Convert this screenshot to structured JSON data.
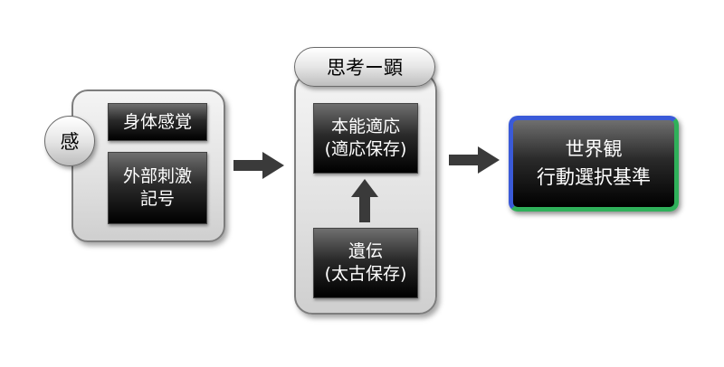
{
  "senses": {
    "label": "感",
    "items": [
      "身体感覚",
      "外部刺激",
      "記号"
    ]
  },
  "thought": {
    "title": "思考ー顕",
    "instinct": [
      "本能適応",
      "(適応保存)"
    ],
    "heredity": [
      "遺伝",
      "(太古保存)"
    ]
  },
  "worldview": {
    "lines": [
      "世界観",
      "行動選択基準"
    ],
    "border_colors": [
      "#3a5ad8",
      "#2fb05a"
    ]
  }
}
